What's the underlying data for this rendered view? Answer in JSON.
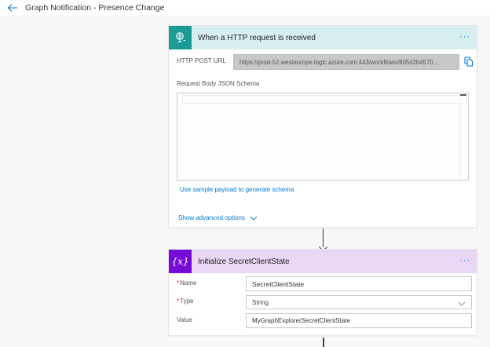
{
  "header": {
    "back_icon": "back-arrow-icon",
    "title": "Graph Notification - Presence Change"
  },
  "trigger_card": {
    "icon": "http-request-globe-icon",
    "title": "When a HTTP request is received",
    "more_label": "···",
    "header_color": "#d8eff2",
    "icon_bg": "#1a9b96",
    "fields": {
      "url_label": "HTTP POST URL",
      "url_value": "https://prod-52.westeurope.logic.azure.com:443/workflows/805d2b4570...",
      "copy_icon": "copy-icon",
      "schema_label": "Request Body JSON Schema",
      "schema_value": ""
    },
    "links": {
      "sample_payload": "Use sample payload to generate schema",
      "advanced": "Show advanced options"
    }
  },
  "variable_card": {
    "icon": "variable-icon",
    "icon_text": "{x}",
    "title": "Initialize SecretClientState",
    "more_label": "···",
    "header_color": "#ead7f5",
    "icon_bg": "#770bd6",
    "fields": {
      "name_label": "Name",
      "name_value": "SecretClientState",
      "type_label": "Type",
      "type_value": "String",
      "value_label": "Value",
      "value_value": "MyGraphExplorerSecretClientState",
      "required_marker": "*"
    }
  }
}
